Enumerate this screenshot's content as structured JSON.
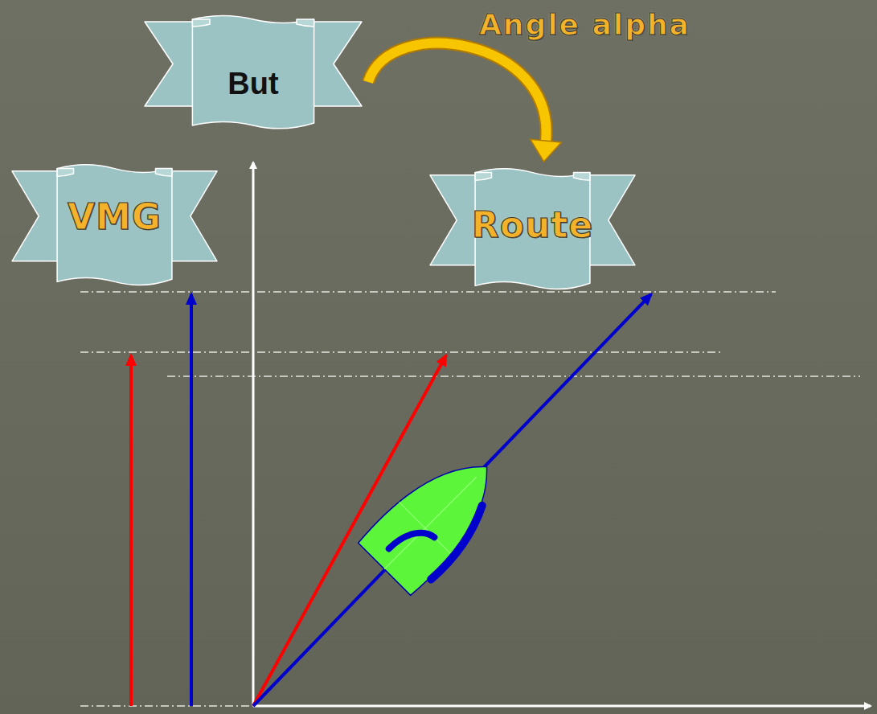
{
  "diagram": {
    "nodes": [
      {
        "text": [
          "But"
        ]
      },
      {
        "text": [
          "VMG"
        ]
      },
      {
        "text": [
          "Route"
        ]
      }
    ],
    "edges": [
      {
        "from": 0,
        "to": 2,
        "arrow": "to"
      }
    ],
    "labels": [
      "Angle alpha"
    ]
  }
}
